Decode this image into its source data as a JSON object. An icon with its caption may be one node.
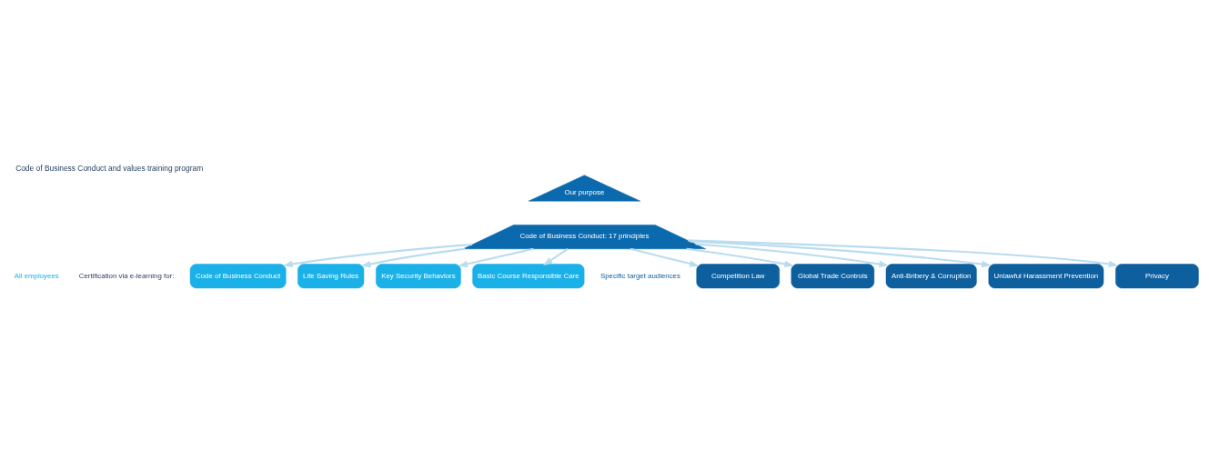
{
  "diagram": {
    "title": "Code of Business Conduct and values training program",
    "nodes": [
      {
        "text": [
          "Our purpose"
        ]
      },
      {
        "text": [
          "Code of Business Conduct: 17 principles"
        ]
      },
      {
        "text": [
          "Code of Business Conduct"
        ]
      },
      {
        "text": [
          "Life Saving Rules"
        ]
      },
      {
        "text": [
          "Key Security Behaviors"
        ]
      },
      {
        "text": [
          "Basic Course Responsible Care"
        ]
      },
      {
        "text": [
          "Competition Law"
        ]
      },
      {
        "text": [
          "Global Trade Controls"
        ]
      },
      {
        "text": [
          "Anti-Bribery & Corruption"
        ]
      },
      {
        "text": [
          "Unlawful Harassment Prevention"
        ]
      },
      {
        "text": [
          "Privacy"
        ]
      }
    ],
    "edges": [
      {
        "from": 1,
        "to": 2,
        "arrow": "to"
      },
      {
        "from": 1,
        "to": 6,
        "arrow": "to"
      },
      {
        "from": 1,
        "to": 3,
        "arrow": "to"
      },
      {
        "from": 1,
        "to": 7,
        "arrow": "to"
      },
      {
        "from": 1,
        "to": 4,
        "arrow": "to"
      },
      {
        "from": 1,
        "to": 8,
        "arrow": "to"
      },
      {
        "from": 1,
        "to": 5,
        "arrow": "to"
      },
      {
        "from": 1,
        "to": 9,
        "arrow": "to"
      },
      {
        "from": 1,
        "to": 10,
        "arrow": "to"
      }
    ],
    "labels": [
      "Certification via e-learning for:",
      "All employees",
      "Specific target audiences"
    ]
  }
}
